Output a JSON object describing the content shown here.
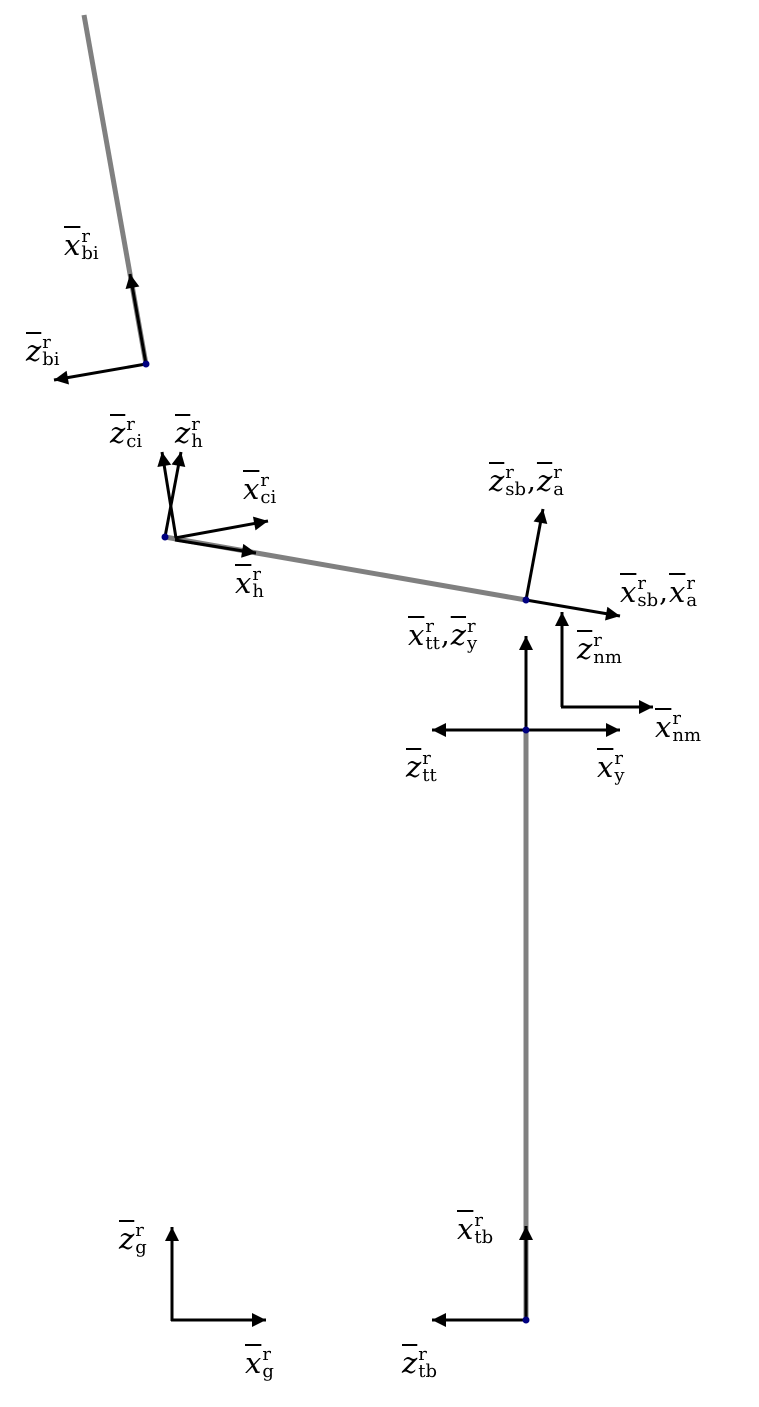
{
  "title": "Reference frames diagram",
  "colors": {
    "segment": "#808080",
    "arrow": "#000000",
    "joint": "#000080"
  },
  "labels": {
    "x_bi": {
      "var": "x",
      "sup": "r",
      "sub": "bi"
    },
    "z_bi": {
      "var": "z",
      "sup": "r",
      "sub": "bi"
    },
    "z_ci": {
      "var": "z",
      "sup": "r",
      "sub": "ci"
    },
    "z_h": {
      "var": "z",
      "sup": "r",
      "sub": "h"
    },
    "x_ci": {
      "var": "x",
      "sup": "r",
      "sub": "ci"
    },
    "x_h": {
      "var": "x",
      "sup": "r",
      "sub": "h"
    },
    "z_sb": {
      "var": "z",
      "sup": "r",
      "sub": "sb"
    },
    "z_a": {
      "var": "z",
      "sup": "r",
      "sub": "a"
    },
    "x_sb": {
      "var": "x",
      "sup": "r",
      "sub": "sb"
    },
    "x_a": {
      "var": "x",
      "sup": "r",
      "sub": "a"
    },
    "x_tt": {
      "var": "x",
      "sup": "r",
      "sub": "tt"
    },
    "z_y": {
      "var": "z",
      "sup": "r",
      "sub": "y"
    },
    "z_nm": {
      "var": "z",
      "sup": "r",
      "sub": "nm"
    },
    "x_nm": {
      "var": "x",
      "sup": "r",
      "sub": "nm"
    },
    "z_tt": {
      "var": "z",
      "sup": "r",
      "sub": "tt"
    },
    "x_y": {
      "var": "x",
      "sup": "r",
      "sub": "y"
    },
    "z_g": {
      "var": "z",
      "sup": "r",
      "sub": "g"
    },
    "x_g": {
      "var": "x",
      "sup": "r",
      "sub": "g"
    },
    "x_tb": {
      "var": "x",
      "sup": "r",
      "sub": "tb"
    },
    "z_tb": {
      "var": "z",
      "sup": "r",
      "sub": "tb"
    }
  },
  "separator": ","
}
